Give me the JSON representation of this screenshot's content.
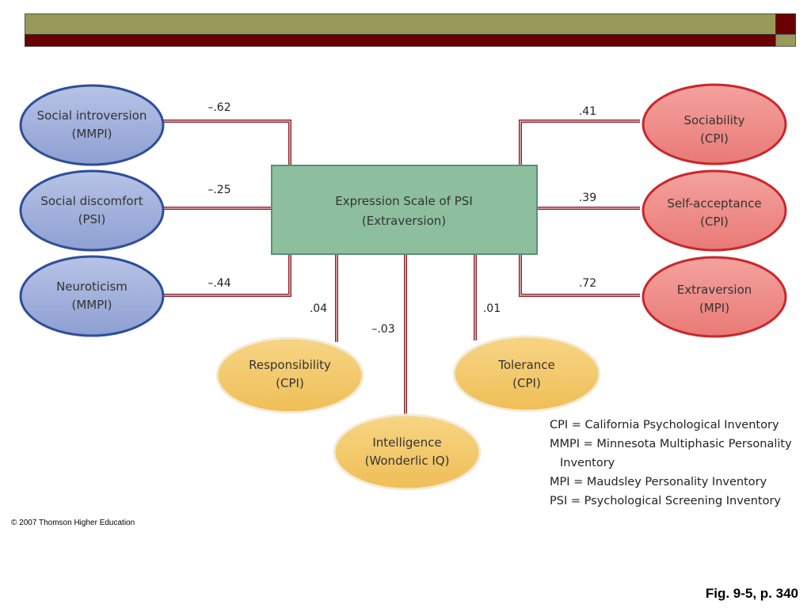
{
  "slide": {
    "copyright": "© 2007 Thomson Higher Education",
    "caption": "Fig. 9-5, p. 340",
    "colors": {
      "olive": "#989A5A",
      "maroon": "#6B0000",
      "line": "#A0303A"
    }
  },
  "center": {
    "line1": "Expression Scale of PSI",
    "line2": "(Extraversion)",
    "color": "#8DBF9F"
  },
  "left_nodes": [
    {
      "line1": "Social introversion",
      "line2": "(MMPI)",
      "corr": "–.62",
      "color": "#9FAED8"
    },
    {
      "line1": "Social discomfort",
      "line2": "(PSI)",
      "corr": "–.25",
      "color": "#9FAED8"
    },
    {
      "line1": "Neuroticism",
      "line2": "(MMPI)",
      "corr": "–.44",
      "color": "#9FAED8"
    }
  ],
  "right_nodes": [
    {
      "line1": "Sociability",
      "line2": "(CPI)",
      "corr": ".41",
      "color": "#EE8A86"
    },
    {
      "line1": "Self-acceptance",
      "line2": "(CPI)",
      "corr": ".39",
      "color": "#EE8A86"
    },
    {
      "line1": "Extraversion",
      "line2": "(MPI)",
      "corr": ".72",
      "color": "#EE8A86"
    }
  ],
  "bottom_nodes": [
    {
      "line1": "Responsibility",
      "line2": "(CPI)",
      "corr": ".04",
      "color": "#F3C76A"
    },
    {
      "line1": "Intelligence",
      "line2": "(Wonderlic IQ)",
      "corr": "–.03",
      "color": "#F3C76A"
    },
    {
      "line1": "Tolerance",
      "line2": "(CPI)",
      "corr": ".01",
      "color": "#F3C76A"
    }
  ],
  "legend": [
    "CPI = California Psychological Inventory",
    "MMPI = Minnesota Multiphasic Personality",
    "Inventory",
    "MPI = Maudsley Personality Inventory",
    "PSI = Psychological Screening Inventory"
  ]
}
